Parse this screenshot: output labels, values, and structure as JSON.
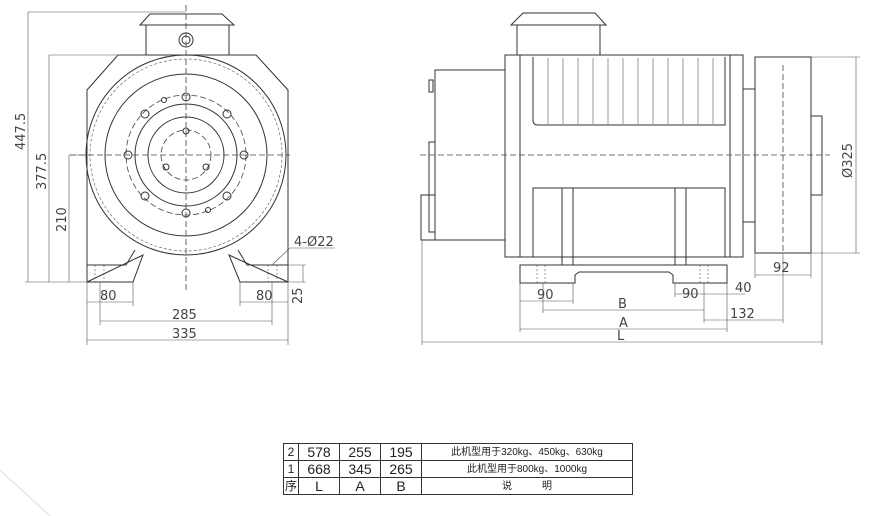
{
  "front_view": {
    "dims": {
      "h_total": "447.5",
      "h_body": "377.5",
      "h_center": "210",
      "foot_w_left": "80",
      "foot_w_right": "80",
      "hole_span": "285",
      "width": "335",
      "foot_h": "25",
      "holes": "4-Ø22"
    }
  },
  "side_view": {
    "dims": {
      "brake_dia": "Ø325",
      "brake_w": "92",
      "foot_left": "90",
      "foot_right": "90",
      "edge": "40",
      "B": "B",
      "offset": "132",
      "A": "A",
      "L": "L"
    }
  },
  "spec_table": {
    "rows": [
      {
        "no": "2",
        "L": "578",
        "A": "255",
        "B": "195",
        "note": "此机型用于320kg、450kg、630kg"
      },
      {
        "no": "1",
        "L": "668",
        "A": "345",
        "B": "265",
        "note": "此机型用于800kg、1000kg"
      }
    ],
    "header": {
      "no": "序",
      "L": "L",
      "A": "A",
      "B": "B",
      "note": "说　　　明"
    }
  }
}
